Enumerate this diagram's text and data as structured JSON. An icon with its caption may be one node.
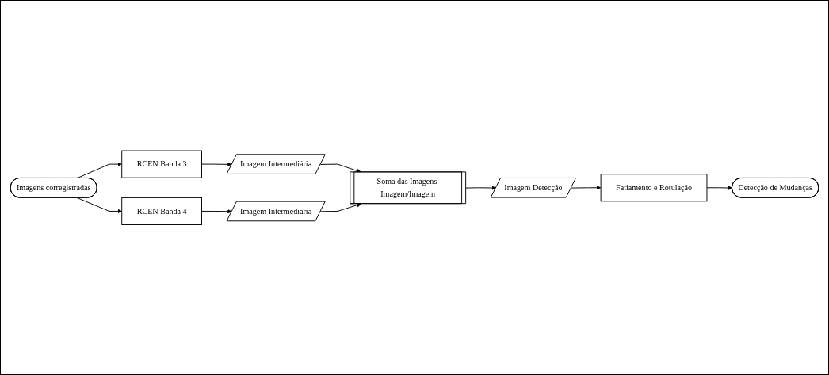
{
  "diagram": {
    "nodes": [
      {
        "text": [
          "Imagens corregistradas"
        ]
      },
      {
        "text": [
          "RCEN Banda 3"
        ]
      },
      {
        "text": [
          "RCEN Banda 4"
        ]
      },
      {
        "text": [
          "Imagem Intermediária"
        ]
      },
      {
        "text": [
          "Imagem Intermediária"
        ]
      },
      {
        "text": [
          "Soma das Imagens Imagem/Imagem"
        ]
      },
      {
        "text": [
          "Imagem Detecção"
        ]
      },
      {
        "text": [
          "Fatiamento e Rotulação"
        ]
      },
      {
        "text": [
          "Detecção de Mudanças"
        ]
      }
    ],
    "edges": [
      {
        "from": 0,
        "to": 1,
        "arrow": "to"
      },
      {
        "from": 0,
        "to": 2,
        "arrow": "to"
      },
      {
        "from": 1,
        "to": 3,
        "arrow": "to"
      },
      {
        "from": 2,
        "to": 4,
        "arrow": "to"
      },
      {
        "from": 3,
        "to": 5,
        "arrow": "to"
      },
      {
        "from": 4,
        "to": 5,
        "arrow": "to"
      },
      {
        "from": 5,
        "to": 6,
        "arrow": "to"
      },
      {
        "from": 6,
        "to": 7,
        "arrow": "to"
      },
      {
        "from": 7,
        "to": 8,
        "arrow": "to"
      }
    ]
  }
}
